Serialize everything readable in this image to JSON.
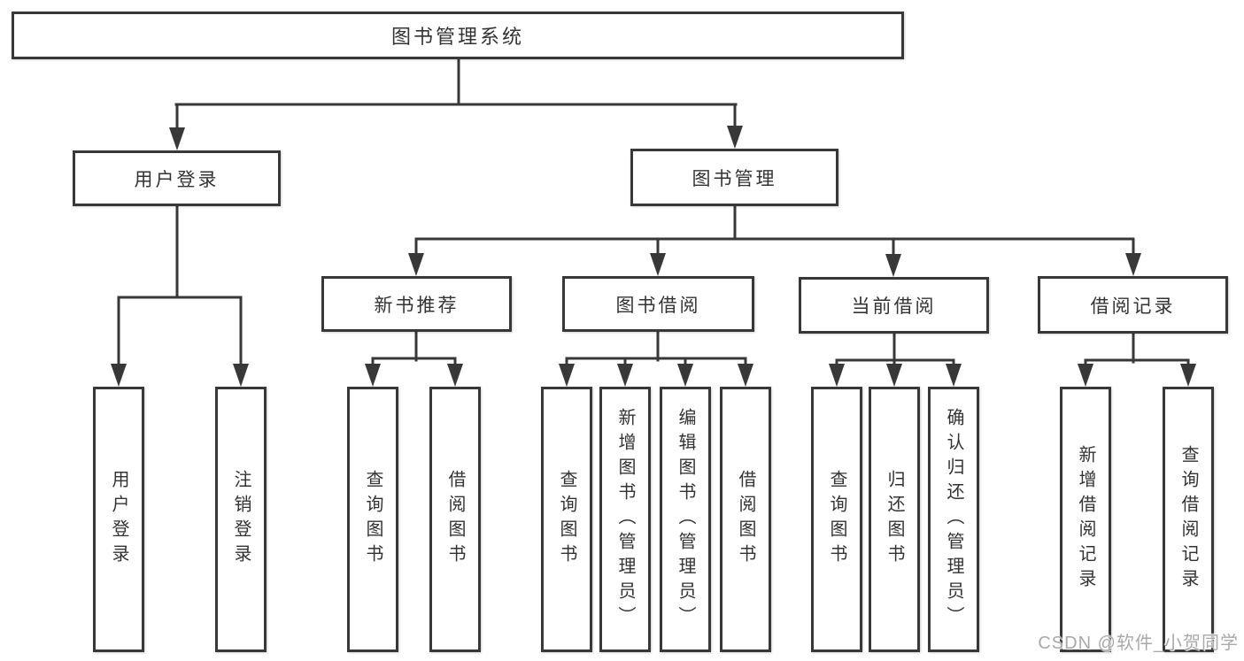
{
  "title": {
    "label": "图书管理系统"
  },
  "branches": [
    {
      "label": "用户登录",
      "leaves": [
        {
          "label": "用户登录"
        },
        {
          "label": "注销登录"
        }
      ]
    },
    {
      "label": "图书管理",
      "groups": [
        {
          "label": "新书推荐",
          "leaves": [
            {
              "label": "查询图书"
            },
            {
              "label": "借阅图书"
            }
          ]
        },
        {
          "label": "图书借阅",
          "leaves": [
            {
              "label": "查询图书"
            },
            {
              "label": "新增图书（管理员）"
            },
            {
              "label": "编辑图书（管理员）"
            },
            {
              "label": "借阅图书"
            }
          ]
        },
        {
          "label": "当前借阅",
          "leaves": [
            {
              "label": "查询图书"
            },
            {
              "label": "归还图书"
            },
            {
              "label": "确认归还（管理员）"
            }
          ]
        },
        {
          "label": "借阅记录",
          "leaves": [
            {
              "label": "新增借阅记录"
            },
            {
              "label": "查询借阅记录"
            }
          ]
        }
      ]
    }
  ],
  "watermark": {
    "text": "CSDN @软件_小贺同学"
  },
  "colors": {
    "line": "#383838",
    "text": "#333333",
    "background": "#ffffff",
    "watermark": "#a9a9a9"
  }
}
